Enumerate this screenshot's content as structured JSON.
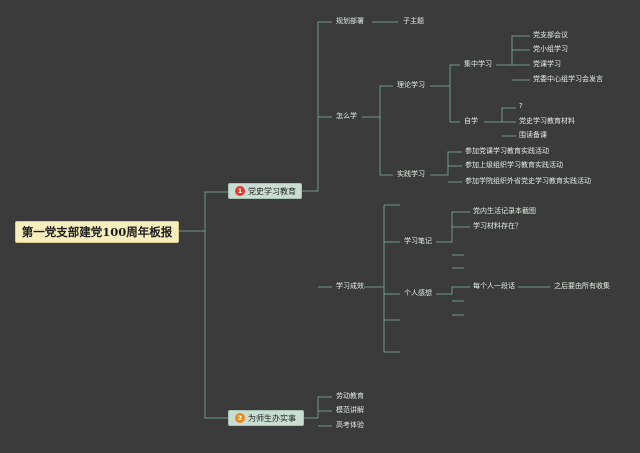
{
  "root": {
    "title": "第一党支部建党100周年板报"
  },
  "branch1": {
    "badge": "1",
    "badge_color": "#e0392b",
    "label": "党史学习教育",
    "children": {
      "planning": {
        "label": "规划部署",
        "child": "子主题"
      },
      "how": {
        "label": "怎么学",
        "theory": {
          "label": "理论学习",
          "focused": {
            "label": "集中学习",
            "items": [
              "党支部会议",
              "党小组学习",
              "党课学习",
              "党委中心组学习会发言"
            ]
          },
          "self": {
            "label": "自学",
            "items": [
              "?",
              "党史学习教育材料",
              "围读备课"
            ]
          }
        },
        "practice": {
          "label": "实践学习",
          "items": [
            "参加党课学习教育实践活动",
            "参加上级组织学习教育实践活动",
            "参加学院组织外省党史学习教育实践活动"
          ]
        }
      },
      "results": {
        "label": "学习成效",
        "notes": {
          "label": "学习笔记",
          "items": [
            "党内生活记录本截图",
            "学习材料存在？"
          ]
        },
        "feelings": {
          "label": "个人感想",
          "item": "每个人一段话",
          "detail": "之后要由所有收集"
        }
      }
    }
  },
  "branch2": {
    "badge": "2",
    "badge_color": "#e88a1a",
    "label": "为师生办实事",
    "items": [
      "劳动教育",
      "模范讲解",
      "高考体验"
    ]
  },
  "colors": {
    "background": "#3a3b3a",
    "line": "#6f9a86",
    "root_fill": "#f6eebd",
    "branch_fill": "#c9ddd3"
  }
}
